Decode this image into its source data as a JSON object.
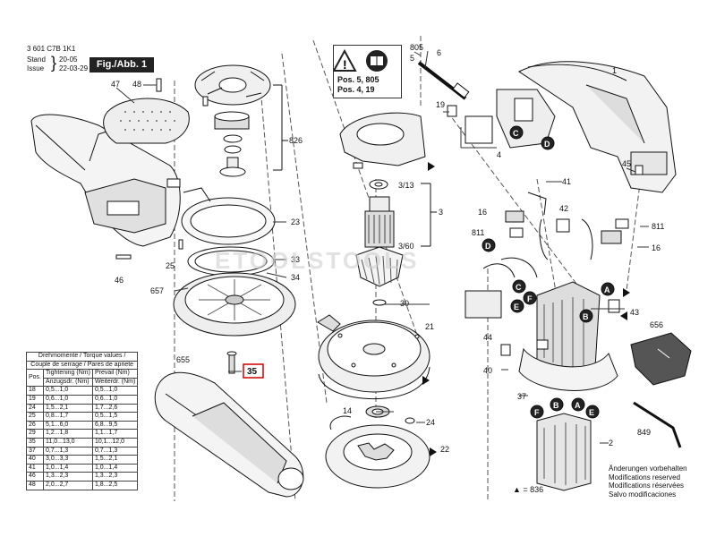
{
  "header": {
    "part_number": "3 601 C7B 1K1",
    "stand_label": "Stand",
    "issue_label": "Issue",
    "stand_date": "20-05",
    "issue_date": "22-03-29",
    "fig_label": "Fig./Abb. 1"
  },
  "warning_box": {
    "line1": "Pos. 5, 805",
    "line2": "Pos. 4, 19"
  },
  "callouts": [
    {
      "id": "805",
      "text": "805"
    },
    {
      "id": "5",
      "text": "5"
    },
    {
      "id": "6",
      "text": "6"
    },
    {
      "id": "1a",
      "text": "1"
    },
    {
      "id": "47",
      "text": "47"
    },
    {
      "id": "48",
      "text": "48"
    },
    {
      "id": "826",
      "text": "826"
    },
    {
      "id": "23",
      "text": "23"
    },
    {
      "id": "33",
      "text": "33"
    },
    {
      "id": "25",
      "text": "25"
    },
    {
      "id": "34",
      "text": "34"
    },
    {
      "id": "46",
      "text": "46"
    },
    {
      "id": "657",
      "text": "657"
    },
    {
      "id": "655",
      "text": "655"
    },
    {
      "id": "35",
      "text": "35"
    },
    {
      "id": "19",
      "text": "19"
    },
    {
      "id": "4",
      "text": "4"
    },
    {
      "id": "45",
      "text": "45"
    },
    {
      "id": "41",
      "text": "41"
    },
    {
      "id": "313",
      "text": "3/13"
    },
    {
      "id": "3",
      "text": "3"
    },
    {
      "id": "360",
      "text": "3/60"
    },
    {
      "id": "30",
      "text": "30"
    },
    {
      "id": "21",
      "text": "21"
    },
    {
      "id": "16a",
      "text": "16"
    },
    {
      "id": "42",
      "text": "42"
    },
    {
      "id": "811a",
      "text": "811"
    },
    {
      "id": "811b",
      "text": "811"
    },
    {
      "id": "16b",
      "text": "16"
    },
    {
      "id": "43",
      "text": "43"
    },
    {
      "id": "656",
      "text": "656"
    },
    {
      "id": "44",
      "text": "44"
    },
    {
      "id": "40",
      "text": "40"
    },
    {
      "id": "37",
      "text": "37"
    },
    {
      "id": "14",
      "text": "14"
    },
    {
      "id": "24",
      "text": "24"
    },
    {
      "id": "22",
      "text": "22"
    },
    {
      "id": "2",
      "text": "2"
    },
    {
      "id": "849",
      "text": "849"
    }
  ],
  "markers": [
    "A",
    "B",
    "C",
    "D",
    "E",
    "F"
  ],
  "legend": {
    "triangle_label": "▲ = 836"
  },
  "notes": {
    "line1": "Änderungen vorbehalten",
    "line2": "Modifications reserved",
    "line3": "Modifications réservées",
    "line4": "Salvo modificaciones"
  },
  "watermark": "ETOOLSTOOLS",
  "torque_table": {
    "title1": "Drehmomente / Torque values /",
    "title2": "Couple de serrage / Pares de apriete",
    "h_pos": "Pos.",
    "h_tight1": "Tightening (Nm)",
    "h_tight2": "Anzugsdr. (Nm)",
    "h_prev1": "Prevail (Nm)",
    "h_prev2": "Weiterdr. (Nm)",
    "rows": [
      [
        "18",
        "0,5...1,0",
        "0,5...1,0"
      ],
      [
        "19",
        "0,6...1,0",
        "0,6...1,0"
      ],
      [
        "24",
        "1,5...2,1",
        "1,7...2,6"
      ],
      [
        "25",
        "0,8...1,7",
        "0,5...1,5"
      ],
      [
        "26",
        "5,1...6,0",
        "6,8...9,5"
      ],
      [
        "29",
        "1,2...1,8",
        "1,1...1,7"
      ],
      [
        "35",
        "11,0...13,0",
        "10,1...12,0"
      ],
      [
        "37",
        "0,7...1,3",
        "0,7...1,3"
      ],
      [
        "40",
        "3,0...3,3",
        "1,5...2,1"
      ],
      [
        "41",
        "1,0...1,4",
        "1,0...1,4"
      ],
      [
        "46",
        "1,3...2,3",
        "1,3...2,3"
      ],
      [
        "48",
        "2,0...2,7",
        "1,8...2,5"
      ]
    ]
  }
}
